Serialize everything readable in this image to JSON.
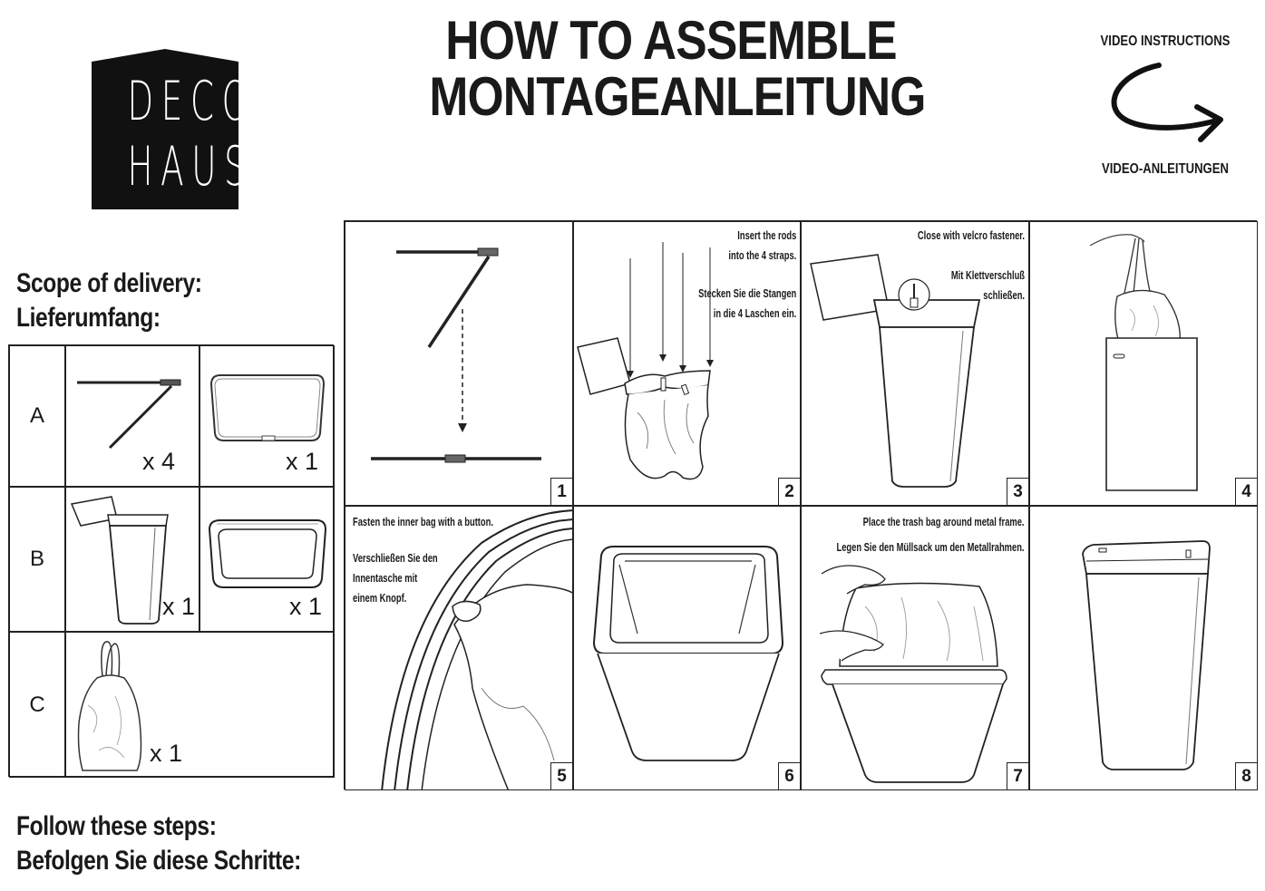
{
  "logo": {
    "line1": "DECO",
    "line2": "HAUS"
  },
  "title": {
    "line1": "HOW TO ASSEMBLE",
    "line2": "MONTAGEANLEITUNG"
  },
  "video": {
    "top": "VIDEO INSTRUCTIONS",
    "bottom": "VIDEO-ANLEITUNGEN",
    "icon": "curved-arrow-icon"
  },
  "scope": {
    "heading1": "Scope of delivery:",
    "heading2": "Lieferumfang:",
    "rows": [
      {
        "label": "A",
        "items": [
          {
            "part": "rod",
            "qty": "x 4"
          },
          {
            "part": "frame",
            "qty": "x 1"
          }
        ]
      },
      {
        "label": "B",
        "items": [
          {
            "part": "bin",
            "qty": "x 1"
          },
          {
            "part": "rim",
            "qty": "x 1"
          }
        ]
      },
      {
        "label": "C",
        "items": [
          {
            "part": "bag",
            "qty": "x 1"
          }
        ]
      }
    ]
  },
  "steps": {
    "s1": {
      "num": "1"
    },
    "s2": {
      "num": "2",
      "en1": "Insert the rods",
      "en2": "into the 4 straps.",
      "de1": "Stecken Sie die Stangen",
      "de2": "in die 4 Laschen ein."
    },
    "s3": {
      "num": "3",
      "en1": "Close with velcro fastener.",
      "de1": "Mit Klettverschluß",
      "de2": "schließen."
    },
    "s4": {
      "num": "4"
    },
    "s5": {
      "num": "5",
      "en1": "Fasten the inner bag with a button.",
      "de1": "Verschließen Sie den",
      "de2": "Innentasche mit",
      "de3": "einem Knopf."
    },
    "s6": {
      "num": "6"
    },
    "s7": {
      "num": "7",
      "en1": "Place the trash bag around metal frame.",
      "de1": "Legen Sie den Müllsack um den Metallrahmen."
    },
    "s8": {
      "num": "8"
    }
  },
  "footer": {
    "heading1": "Follow these steps:",
    "heading2": "Befolgen Sie diese Schritte:"
  }
}
